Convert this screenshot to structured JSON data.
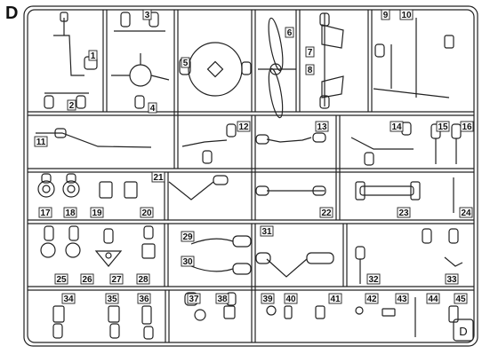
{
  "sprue": {
    "letter": "D",
    "tab_letter": "D",
    "part_numbers": [
      "1",
      "2",
      "3",
      "4",
      "5",
      "6",
      "7",
      "8",
      "9",
      "10",
      "11",
      "12",
      "13",
      "14",
      "15",
      "16",
      "17",
      "18",
      "19",
      "20",
      "21",
      "22",
      "23",
      "24",
      "25",
      "26",
      "27",
      "28",
      "29",
      "30",
      "31",
      "32",
      "33",
      "34",
      "35",
      "36",
      "37",
      "38",
      "39",
      "40",
      "41",
      "42",
      "43",
      "44",
      "45"
    ]
  }
}
